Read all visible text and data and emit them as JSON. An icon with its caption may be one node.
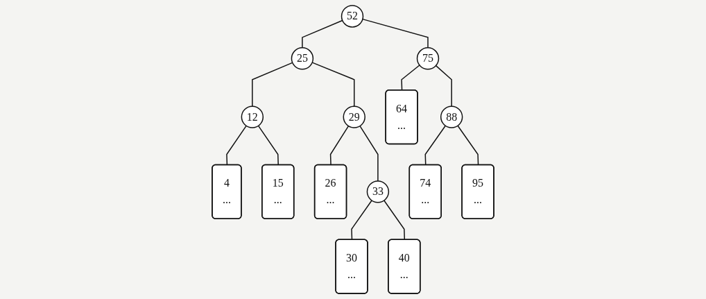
{
  "diagram": {
    "nodes": [
      {
        "text": [
          "52"
        ]
      },
      {
        "text": [
          "25"
        ]
      },
      {
        "text": [
          "75"
        ]
      },
      {
        "text": [
          "12"
        ]
      },
      {
        "text": [
          "29"
        ]
      },
      {
        "text": [
          "64",
          "..."
        ]
      },
      {
        "text": [
          "88"
        ]
      },
      {
        "text": [
          "4",
          "..."
        ]
      },
      {
        "text": [
          "15",
          "..."
        ]
      },
      {
        "text": [
          "26",
          "..."
        ]
      },
      {
        "text": [
          "33"
        ]
      },
      {
        "text": [
          "74",
          "..."
        ]
      },
      {
        "text": [
          "95",
          "..."
        ]
      },
      {
        "text": [
          "30",
          "..."
        ]
      },
      {
        "text": [
          "40",
          "..."
        ]
      }
    ],
    "edges": [
      {
        "from": 0,
        "to": 1,
        "arrow": "none"
      },
      {
        "from": 0,
        "to": 2,
        "arrow": "none"
      },
      {
        "from": 1,
        "to": 3,
        "arrow": "none"
      },
      {
        "from": 1,
        "to": 4,
        "arrow": "none"
      },
      {
        "from": 2,
        "to": 5,
        "arrow": "none"
      },
      {
        "from": 2,
        "to": 6,
        "arrow": "none"
      },
      {
        "from": 3,
        "to": 7,
        "arrow": "none"
      },
      {
        "from": 3,
        "to": 8,
        "arrow": "none"
      },
      {
        "from": 4,
        "to": 9,
        "arrow": "none"
      },
      {
        "from": 4,
        "to": 10,
        "arrow": "none"
      },
      {
        "from": 6,
        "to": 11,
        "arrow": "none"
      },
      {
        "from": 6,
        "to": 12,
        "arrow": "none"
      },
      {
        "from": 10,
        "to": 13,
        "arrow": "none"
      },
      {
        "from": 10,
        "to": 14,
        "arrow": "none"
      }
    ]
  }
}
